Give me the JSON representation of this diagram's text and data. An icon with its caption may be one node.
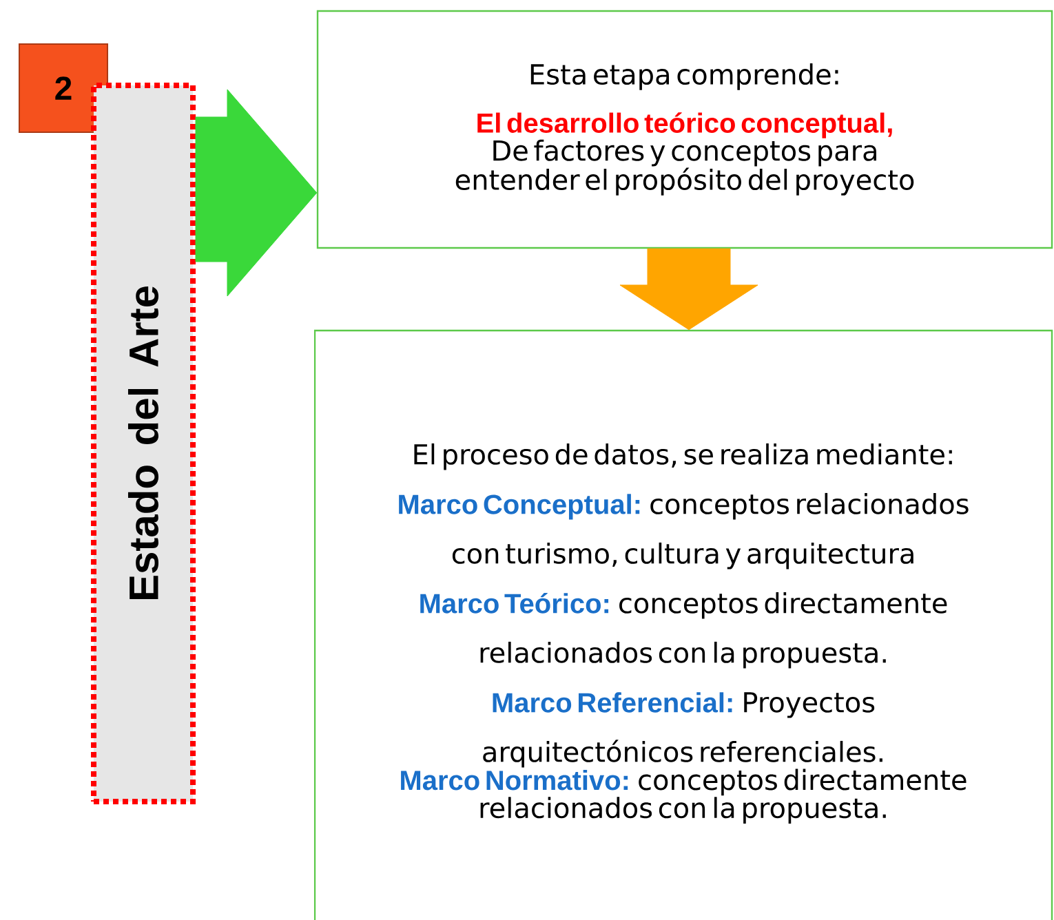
{
  "diagram": {
    "nodes": [
      {
        "text": [
          "2"
        ]
      },
      {
        "text": [
          "Estado del Arte"
        ]
      },
      {
        "text": [
          "Esta etapa comprende:",
          "El desarrollo teórico conceptual,",
          "De factores y conceptos para entender el propósito del proyecto"
        ]
      },
      {
        "text": [
          "El proceso de datos, se realiza mediante:",
          "Marco Conceptual:",
          "conceptos relacionados con turismo, cultura y arquitectura",
          "Marco Teórico:",
          "conceptos directamente relacionados con la propuesta.",
          "Marco Referencial:",
          "Proyectos arquitectónicos referenciales.",
          "Marco Normativo:",
          "conceptos directamente relacionados con la propuesta."
        ]
      }
    ],
    "edges": [
      {
        "from": 1,
        "to": 2,
        "arrow": "to",
        "color": "#3ad83a"
      },
      {
        "from": 2,
        "to": 3,
        "arrow": "to",
        "color": "#ffa500"
      }
    ]
  }
}
